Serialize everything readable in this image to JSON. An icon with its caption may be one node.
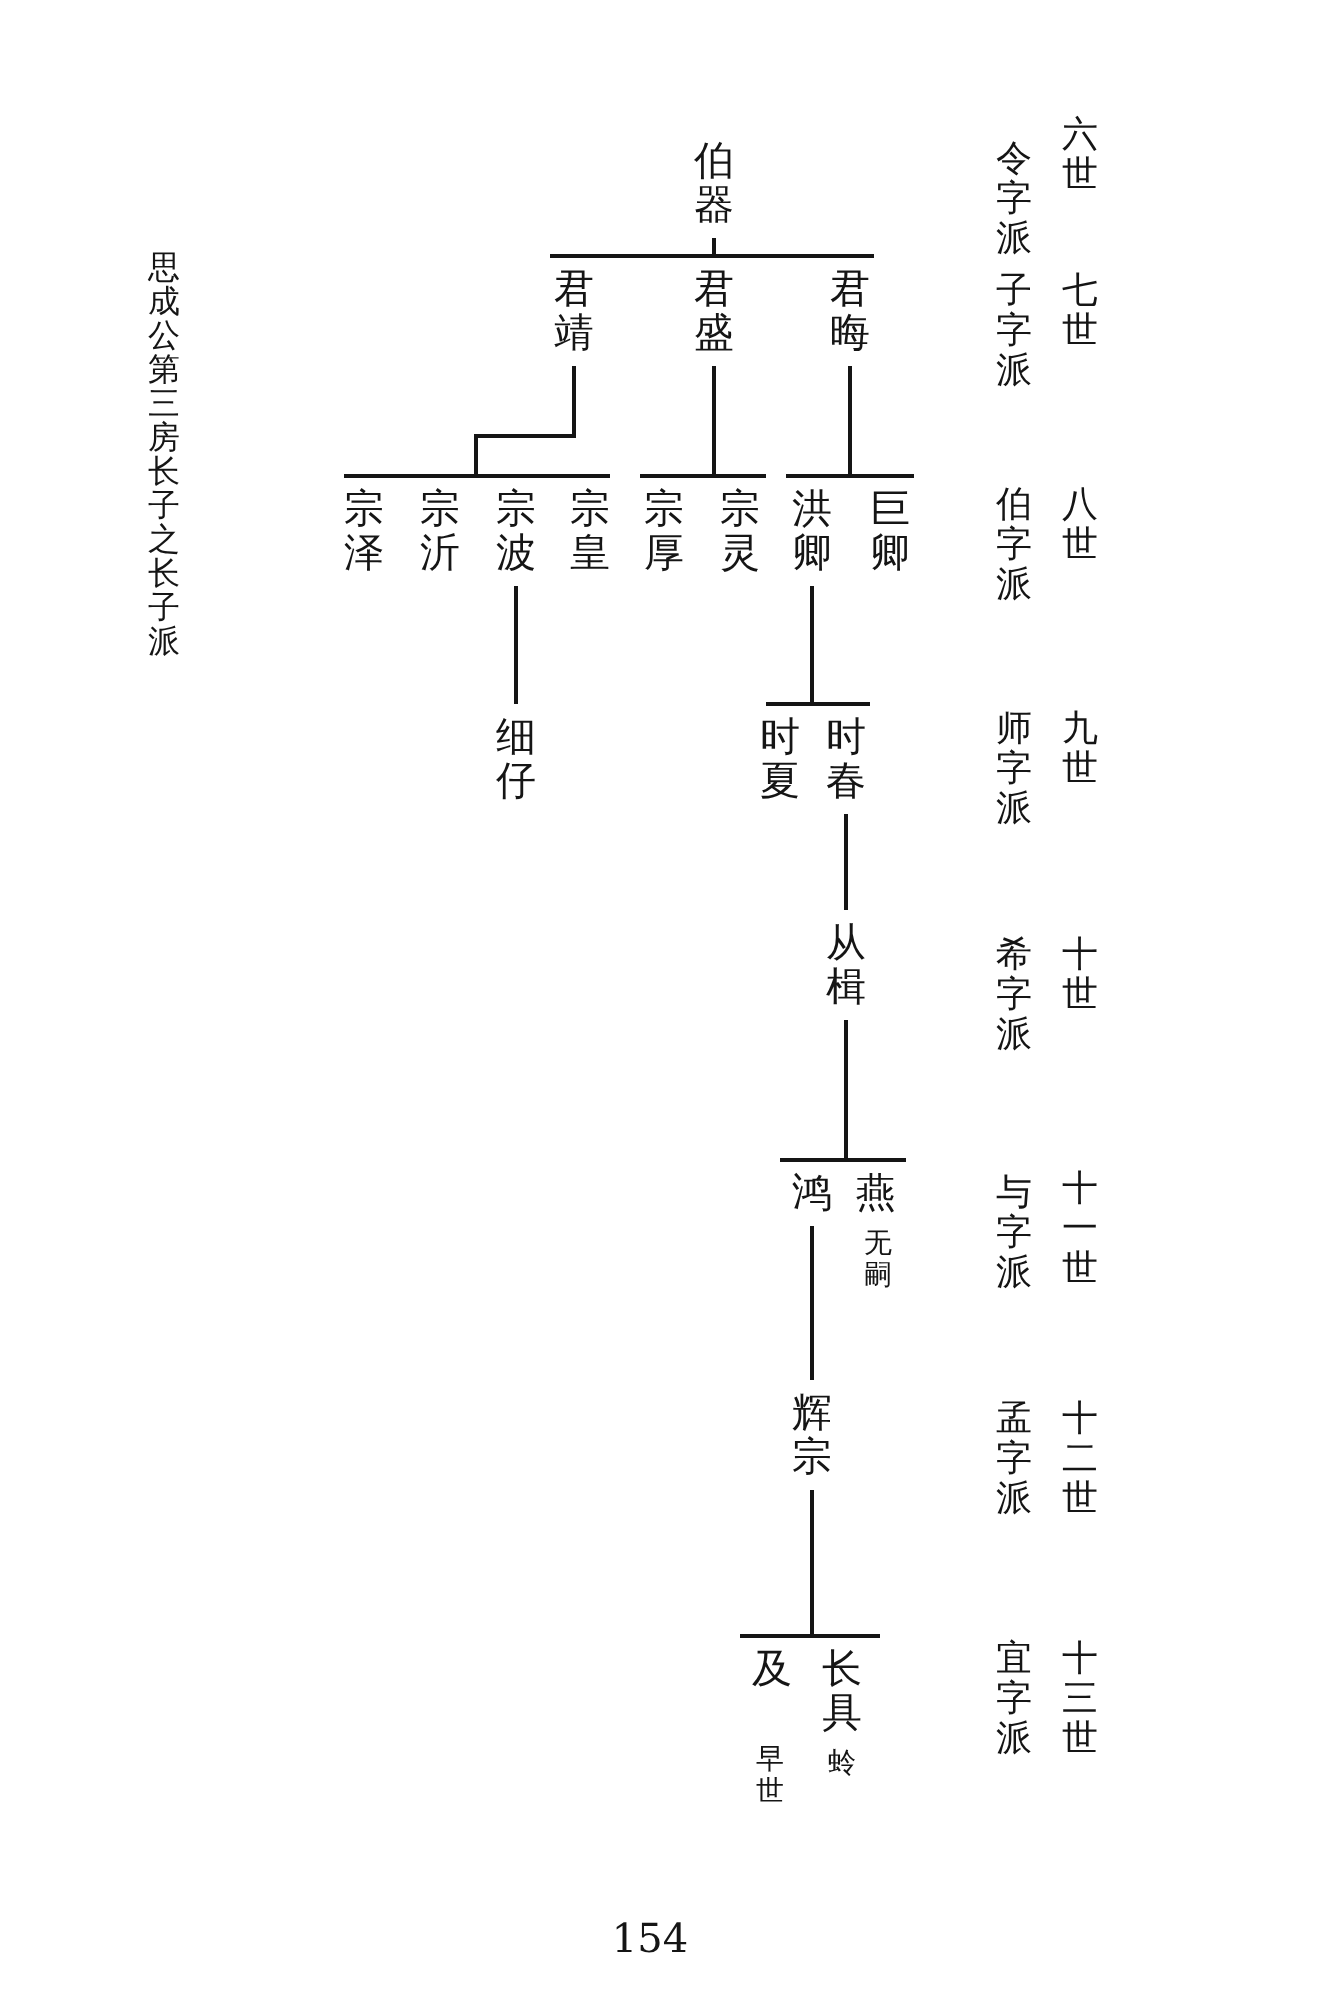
{
  "diagram": {
    "title": "思成公第三房长子之长子派",
    "nodes": [
      {
        "text": [
          "伯器"
        ]
      },
      {
        "text": [
          "君晦"
        ]
      },
      {
        "text": [
          "君盛"
        ]
      },
      {
        "text": [
          "君靖"
        ]
      },
      {
        "text": [
          "巨卿"
        ]
      },
      {
        "text": [
          "洪卿"
        ]
      },
      {
        "text": [
          "宗灵"
        ]
      },
      {
        "text": [
          "宗厚"
        ]
      },
      {
        "text": [
          "宗皇"
        ]
      },
      {
        "text": [
          "宗波"
        ]
      },
      {
        "text": [
          "宗沂"
        ]
      },
      {
        "text": [
          "宗泽"
        ]
      },
      {
        "text": [
          "时春"
        ]
      },
      {
        "text": [
          "时夏"
        ]
      },
      {
        "text": [
          "细仔"
        ]
      },
      {
        "text": [
          "从楫"
        ]
      },
      {
        "text": [
          "燕"
        ],
        "beside": [
          "无嗣"
        ]
      },
      {
        "text": [
          "鸿"
        ]
      },
      {
        "text": [
          "辉宗"
        ]
      },
      {
        "text": [
          "长具"
        ],
        "beside": [
          "蛉"
        ]
      },
      {
        "text": [
          "及"
        ],
        "beside": [
          "早世"
        ]
      }
    ],
    "edges": [
      {
        "from": 0,
        "to": 1,
        "arrow": "none"
      },
      {
        "from": 0,
        "to": 2,
        "arrow": "none"
      },
      {
        "from": 0,
        "to": 3,
        "arrow": "none"
      },
      {
        "from": 1,
        "to": 4,
        "arrow": "none"
      },
      {
        "from": 1,
        "to": 5,
        "arrow": "none"
      },
      {
        "from": 2,
        "to": 6,
        "arrow": "none"
      },
      {
        "from": 2,
        "to": 7,
        "arrow": "none"
      },
      {
        "from": 3,
        "to": 8,
        "arrow": "none"
      },
      {
        "from": 3,
        "to": 9,
        "arrow": "none"
      },
      {
        "from": 3,
        "to": 10,
        "arrow": "none"
      },
      {
        "from": 3,
        "to": 11,
        "arrow": "none"
      },
      {
        "from": 9,
        "to": 14,
        "arrow": "none"
      },
      {
        "from": 5,
        "to": 12,
        "arrow": "none"
      },
      {
        "from": 5,
        "to": 13,
        "arrow": "none"
      },
      {
        "from": 12,
        "to": 15,
        "arrow": "none"
      },
      {
        "from": 15,
        "to": 16,
        "arrow": "none"
      },
      {
        "from": 15,
        "to": 17,
        "arrow": "none"
      },
      {
        "from": 17,
        "to": 18,
        "arrow": "none"
      },
      {
        "from": 18,
        "to": 19,
        "arrow": "none"
      },
      {
        "from": 18,
        "to": 20,
        "arrow": "none"
      }
    ],
    "labels": [
      "六世",
      "令字派",
      "七世",
      "子字派",
      "八世",
      "伯字派",
      "九世",
      "师字派",
      "十世",
      "希字派",
      "十一世",
      "与字派",
      "十二世",
      "孟字派",
      "十三世",
      "宜字派",
      "154"
    ]
  }
}
